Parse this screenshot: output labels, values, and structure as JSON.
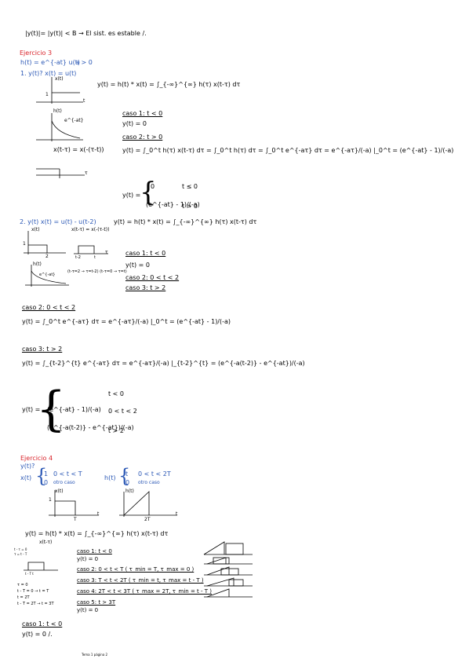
{
  "top_line": "|y(t)|= |y(t)| < B → El sist. es estable /.",
  "ej3": {
    "title": "Ejercicio 3",
    "def": "h(t) = e^{-at} u(t)",
    "a_cond": "a > 0",
    "q1": "1. y(t)?   x(t) = u(t)",
    "conv": "y(t) = h(t) * x(t) = ∫_{-∞}^{∞} h(τ) x(t-τ) dτ",
    "plot_labels": {
      "xt": "x(t)",
      "one": "1",
      "t": "t",
      "ht": "h(t)",
      "exp": "e^{-at}",
      "xshift": "x(t-τ) = x(-(τ-t))",
      "tau": "τ"
    },
    "caso1": "caso 1:  t < 0",
    "caso1_res": "y(t) = 0",
    "caso2": "caso 2:  t > 0",
    "caso2_eq": "y(t) = ∫_0^t h(τ) x(t-τ) dτ = ∫_0^t h(τ) dτ = ∫_0^t e^{-aτ} dτ = e^{-aτ}/(-a) |_0^t = (e^{-at} - 1)/(-a)",
    "piece_lhs": "y(t) =",
    "pieces": [
      {
        "expr": "0",
        "cond": "t ≤ 0"
      },
      {
        "expr": "(e^{-at} - 1)/(-a)",
        "cond": "t > 0"
      }
    ]
  },
  "ej3b": {
    "q2": "2. y(t)  x(t) = u(t) - u(t-2)",
    "conv": "y(t) = h(t) * x(t) = ∫_{-∞}^{∞} h(τ) x(t-τ) dτ",
    "xshift": "x(t-τ) = x(-(τ-t))",
    "plot_labels": {
      "xt": "x(t)",
      "one": "1",
      "two": "2",
      "t2": "t-2",
      "t": "t",
      "tau": "τ",
      "ht": "h(t)",
      "exp": "e^{-at}",
      "bounds": "(t-τ=2 → τ=t-2)   (t-τ=0 → τ=t)"
    },
    "caso1": "caso 1:  t < 0",
    "caso1_res": "y(t) = 0",
    "caso2": "caso 2:  0 < t < 2",
    "caso3": "caso 3:  t > 2",
    "caso2_title": "caso 2:   0 < t < 2",
    "caso2_eq": "y(t) = ∫_0^t e^{-aτ} dτ = e^{-aτ}/(-a) |_0^t = (e^{-at} - 1)/(-a)",
    "caso3_title": "caso 3:   t > 2",
    "caso3_eq": "y(t) = ∫_{t-2}^{t} e^{-aτ} dτ = e^{-aτ}/(-a) |_{t-2}^{t} = (e^{-a(t-2)} - e^{-at})/(-a)",
    "piece_lhs": "y(t) =",
    "pieces": [
      {
        "expr": "0",
        "cond": "t < 0"
      },
      {
        "expr": "(e^{-at} - 1)/(-a)",
        "cond": "0 < t < 2"
      },
      {
        "expr": "(e^{-a(t-2)} - e^{-at})/(-a)",
        "cond": "t > 2"
      }
    ]
  },
  "ej4": {
    "title": "Ejercicio 4",
    "q": "y(t)?",
    "x_def": "x(t) = { 1   0 < t < T ;  0   otro caso }",
    "x_case1": "1",
    "x_case1_cond": "0 < t < T",
    "x_case0": "0",
    "x_case0_cond": "otro caso",
    "x_lhs": "x(t)",
    "h_lhs": "h(t)",
    "h_case1": "t",
    "h_case1_cond": "0 < t < 2T",
    "h_case0": "0",
    "h_case0_cond": "otro caso",
    "plot_labels": {
      "xt": "x(t)",
      "one": "1",
      "T": "T",
      "t": "t",
      "ht": "h(t)",
      "twoT": "2T"
    },
    "conv": "y(t) = h(t) * x(t) = ∫_{-∞}^{∞} h(τ) x(t-τ) dτ",
    "xshift": "x(t-τ)",
    "side_notes": [
      "t - τ = 0",
      "τ = t - T",
      "t - T      t",
      "τ = 0",
      "t - T = 0 → t = T",
      "t = 2T",
      "t - T = 2T → t = 3T"
    ],
    "cases": [
      "caso 1:   t < 0",
      "y(t) = 0",
      "caso 2:   0 < t < T     ( τ_min = T, τ_max = 0 )",
      "caso 3:   T < t < 2T   ( τ_min = t, τ_max = t - T )",
      "caso 4:   2T < t < 3T  ( τ_max = 2T, τ_min = t - T )",
      "caso 5:   t > 3T",
      "y(t) = 0"
    ],
    "final_case": "caso 1:   t < 0",
    "final_res": "y(t) = 0 /."
  },
  "footer": "Tema 1 página 2"
}
